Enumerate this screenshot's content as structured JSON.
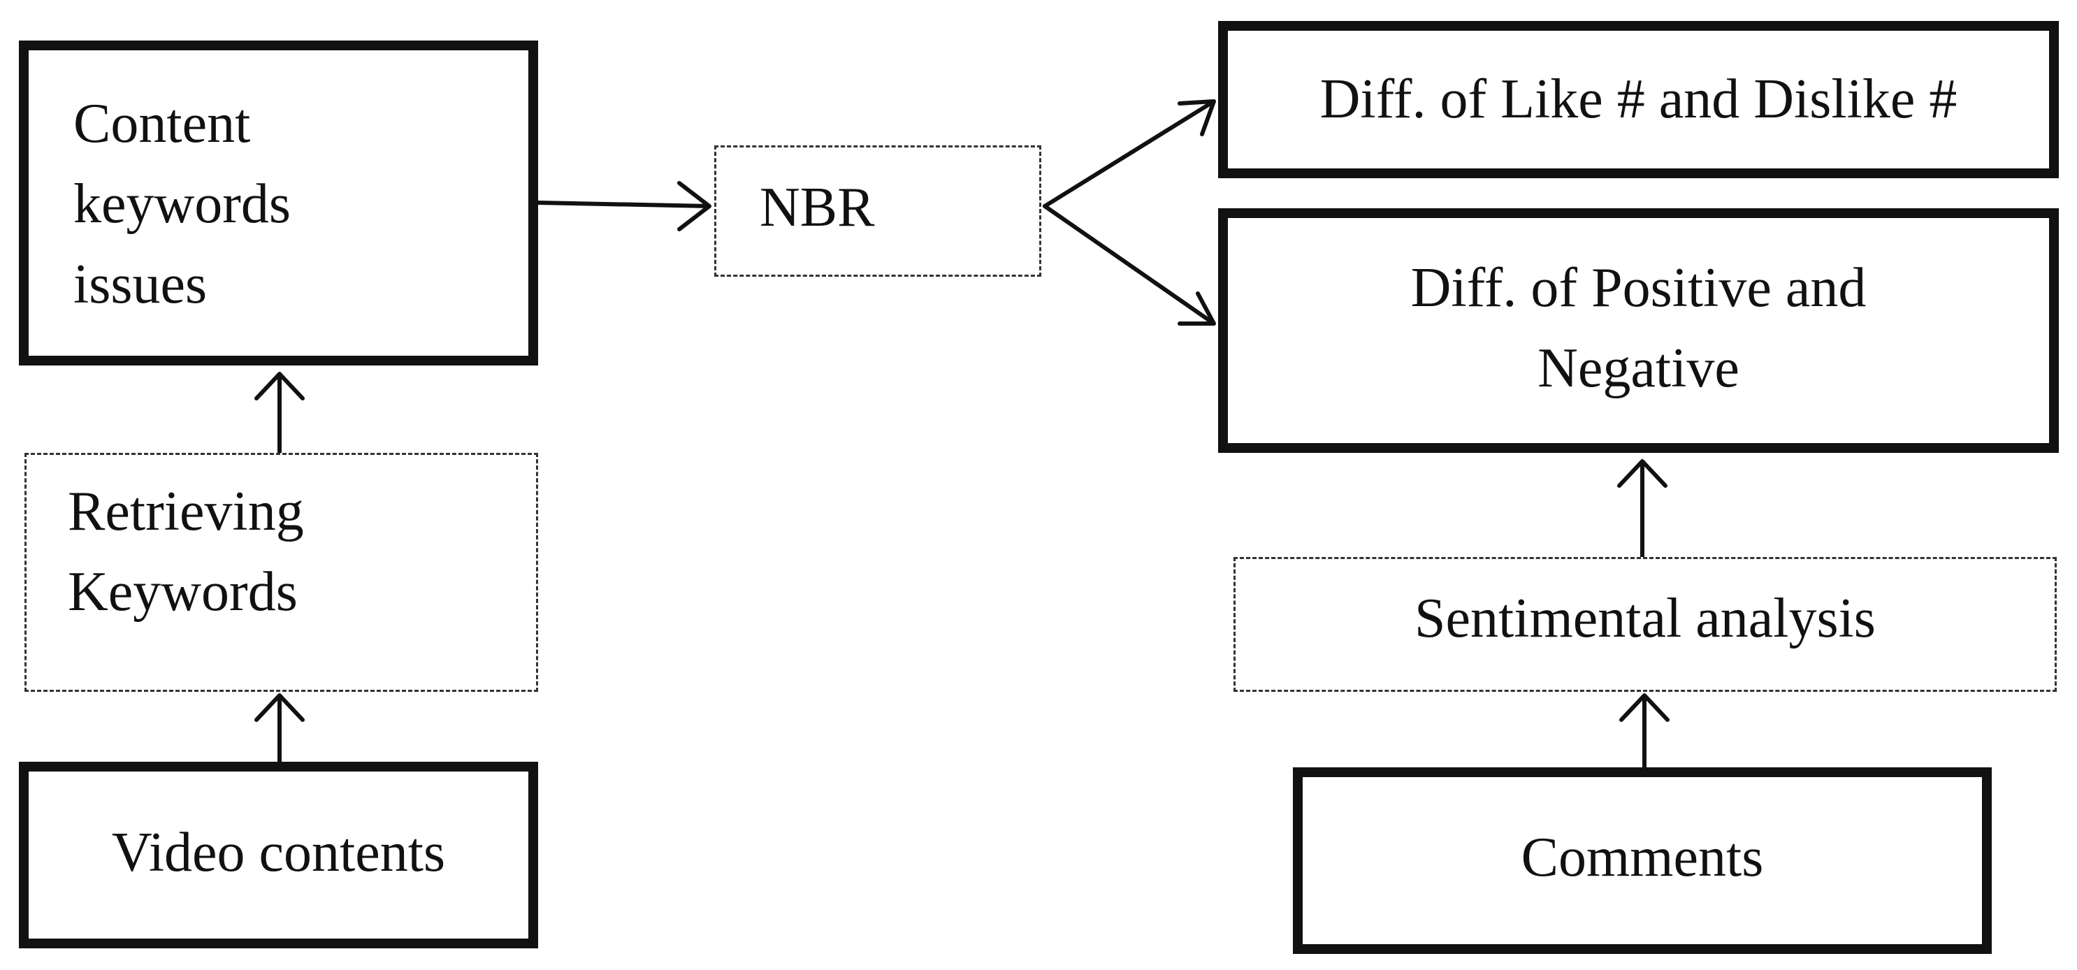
{
  "nodes": {
    "content_keywords": {
      "lines": [
        "Content",
        "keywords",
        "issues"
      ]
    },
    "retrieving_keywords": {
      "lines": [
        "Retrieving",
        "Keywords"
      ]
    },
    "video_contents": {
      "label": "Video contents"
    },
    "nbr": {
      "label": "NBR"
    },
    "like_dislike": {
      "label": "Diff. of Like # and Dislike #"
    },
    "positive_negative": {
      "lines": [
        "Diff. of Positive and",
        "Negative"
      ]
    },
    "sentimental_analysis": {
      "label": "Sentimental analysis"
    },
    "comments": {
      "label": "Comments"
    }
  }
}
